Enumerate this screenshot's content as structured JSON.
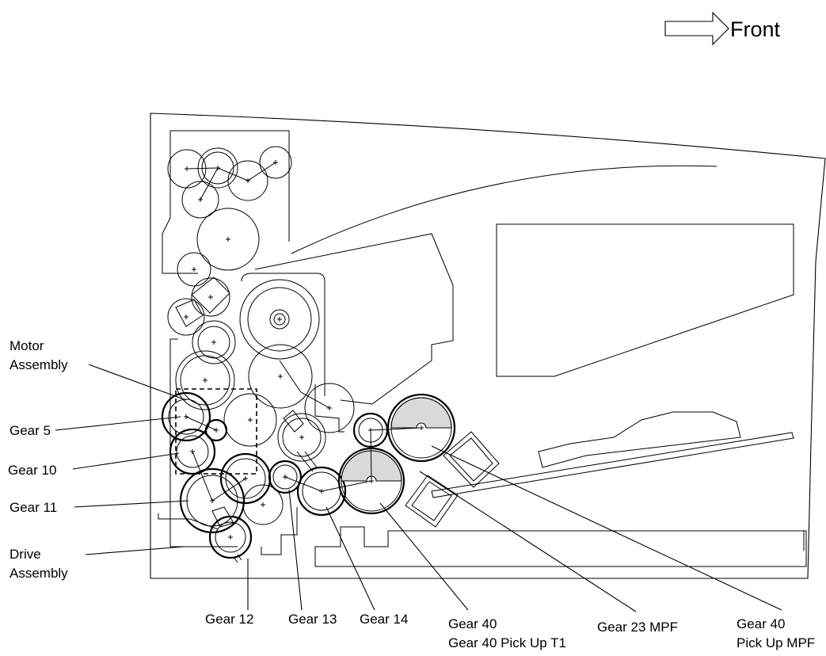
{
  "orientation": {
    "label": "Front",
    "icon": "right-arrow-icon"
  },
  "labels": {
    "motor_assembly": [
      "Motor",
      "Assembly"
    ],
    "gear_5": "Gear 5",
    "gear_10": "Gear 10",
    "gear_11": "Gear 11",
    "drive_assembly": [
      "Drive",
      "Assembly"
    ],
    "gear_12": "Gear 12",
    "gear_13": "Gear 13",
    "gear_14": "Gear 14",
    "gear_40": [
      "Gear 40",
      "Gear 40 Pick Up T1"
    ],
    "gear_23_mpf": "Gear 23 MPF",
    "gear_40_pick_up_mpf": [
      "Gear 40",
      "Pick Up MPF"
    ]
  }
}
